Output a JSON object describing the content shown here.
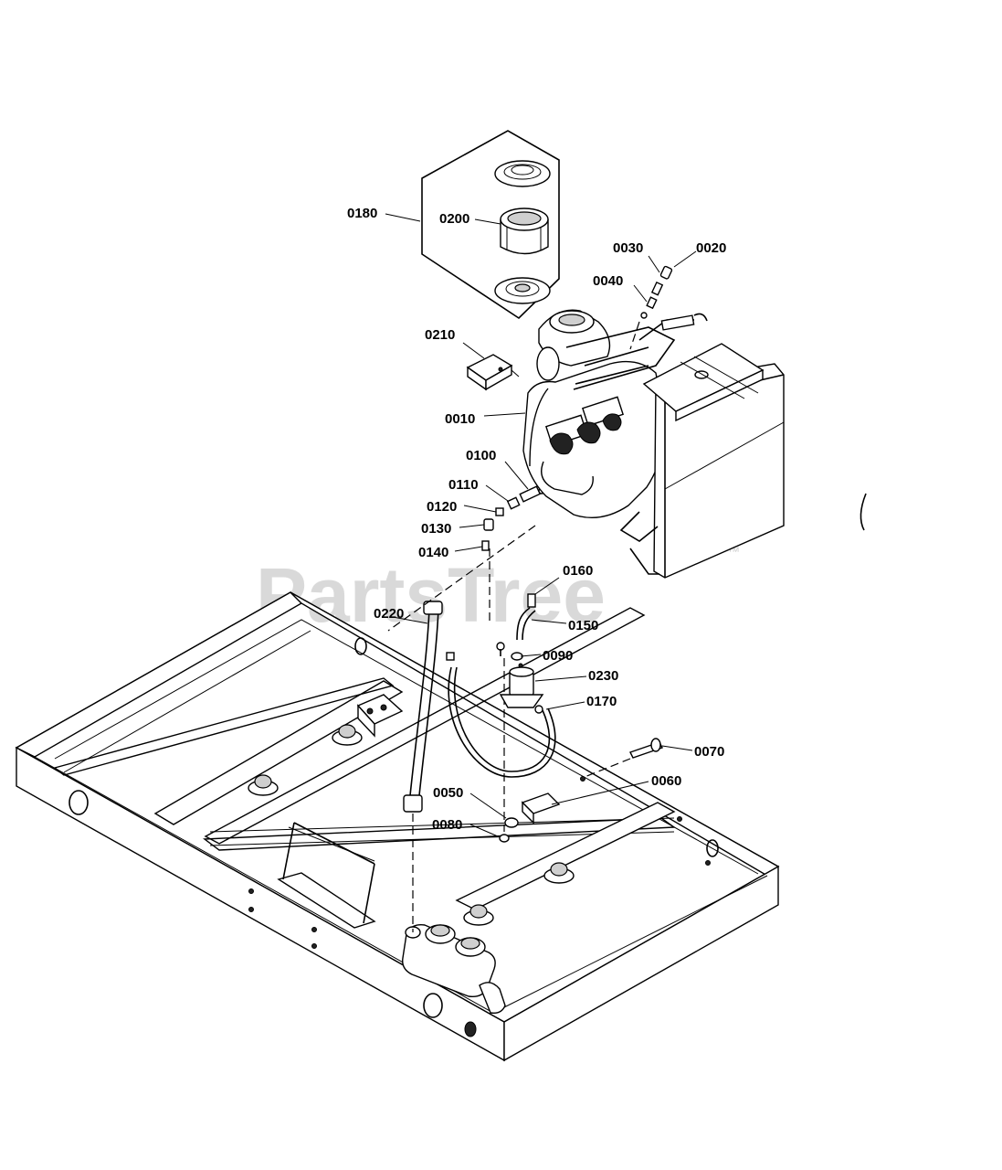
{
  "watermark": {
    "text": "PartsTree",
    "mark": "™"
  },
  "callouts": [
    {
      "id": "0180",
      "text": "0180"
    },
    {
      "id": "0200",
      "text": "0200"
    },
    {
      "id": "0030",
      "text": "0030"
    },
    {
      "id": "0020",
      "text": "0020"
    },
    {
      "id": "0040",
      "text": "0040"
    },
    {
      "id": "0210",
      "text": "0210"
    },
    {
      "id": "0010",
      "text": "0010"
    },
    {
      "id": "0100",
      "text": "0100"
    },
    {
      "id": "0110",
      "text": "0110"
    },
    {
      "id": "0120",
      "text": "0120"
    },
    {
      "id": "0130",
      "text": "0130"
    },
    {
      "id": "0140",
      "text": "0140"
    },
    {
      "id": "0160",
      "text": "0160"
    },
    {
      "id": "0220",
      "text": "0220"
    },
    {
      "id": "0150",
      "text": "0150"
    },
    {
      "id": "0090",
      "text": "0090"
    },
    {
      "id": "0230",
      "text": "0230"
    },
    {
      "id": "0170",
      "text": "0170"
    },
    {
      "id": "0070",
      "text": "0070"
    },
    {
      "id": "0050",
      "text": "0050"
    },
    {
      "id": "0060",
      "text": "0060"
    },
    {
      "id": "0080",
      "text": "0080"
    }
  ],
  "components": {
    "air_filter_kit": "filter-kit-icon",
    "engine": "engine-icon",
    "radiator": "radiator-icon",
    "frame": "base-frame-icon",
    "fuel_regulator": "fuel-regulator-icon"
  }
}
